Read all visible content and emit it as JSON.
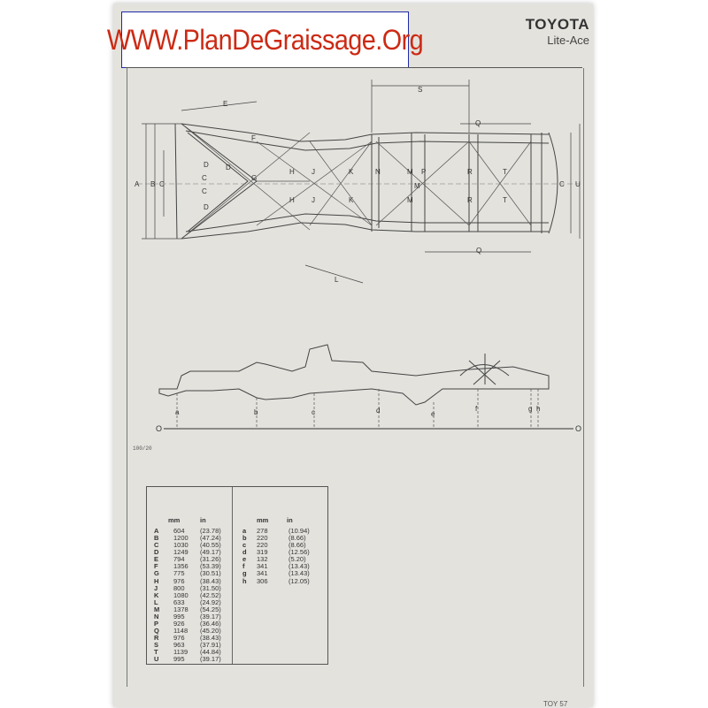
{
  "watermark": "WWW.PlanDeGraissage.Org",
  "make": "TOYOTA",
  "model": "Lite-Ace",
  "drawing_code": "100/20",
  "page_ref": "TOY 57",
  "diagram": {
    "plan_labels": [
      "A",
      "B",
      "C",
      "C",
      "C",
      "C",
      "D",
      "D",
      "D",
      "E",
      "F",
      "G",
      "H",
      "H",
      "J",
      "J",
      "K",
      "K",
      "L",
      "M",
      "M",
      "M",
      "N",
      "P",
      "Q",
      "Q",
      "R",
      "R",
      "S",
      "T",
      "T",
      "U"
    ],
    "side_labels": [
      "a",
      "b",
      "c",
      "d",
      "e",
      "f",
      "g",
      "h"
    ],
    "datum": "O"
  },
  "table": {
    "unit_mm": "mm",
    "unit_in": "in",
    "upper": [
      {
        "key": "A",
        "mm": "604",
        "in": "(23.78)"
      },
      {
        "key": "B",
        "mm": "1200",
        "in": "(47.24)"
      },
      {
        "key": "C",
        "mm": "1030",
        "in": "(40.55)"
      },
      {
        "key": "D",
        "mm": "1249",
        "in": "(49.17)"
      },
      {
        "key": "E",
        "mm": "794",
        "in": "(31.26)"
      },
      {
        "key": "F",
        "mm": "1356",
        "in": "(53.39)"
      },
      {
        "key": "G",
        "mm": "775",
        "in": "(30.51)"
      },
      {
        "key": "H",
        "mm": "976",
        "in": "(38.43)"
      },
      {
        "key": "J",
        "mm": "800",
        "in": "(31.50)"
      },
      {
        "key": "K",
        "mm": "1080",
        "in": "(42.52)"
      },
      {
        "key": "L",
        "mm": "633",
        "in": "(24.92)"
      },
      {
        "key": "M",
        "mm": "1378",
        "in": "(54.25)"
      },
      {
        "key": "N",
        "mm": "995",
        "in": "(39.17)"
      },
      {
        "key": "P",
        "mm": "926",
        "in": "(36.46)"
      },
      {
        "key": "Q",
        "mm": "1148",
        "in": "(45.20)"
      },
      {
        "key": "R",
        "mm": "976",
        "in": "(38.43)"
      },
      {
        "key": "S",
        "mm": "963",
        "in": "(37.91)"
      },
      {
        "key": "T",
        "mm": "1139",
        "in": "(44.84)"
      },
      {
        "key": "U",
        "mm": "995",
        "in": "(39.17)"
      }
    ],
    "lower": [
      {
        "key": "a",
        "mm": "278",
        "in": "(10.94)"
      },
      {
        "key": "b",
        "mm": "220",
        "in": "(8.66)"
      },
      {
        "key": "c",
        "mm": "220",
        "in": "(8.66)"
      },
      {
        "key": "d",
        "mm": "319",
        "in": "(12.56)"
      },
      {
        "key": "e",
        "mm": "132",
        "in": "(5.20)"
      },
      {
        "key": "f",
        "mm": "341",
        "in": "(13.43)"
      },
      {
        "key": "g",
        "mm": "341",
        "in": "(13.43)"
      },
      {
        "key": "h",
        "mm": "306",
        "in": "(12.05)"
      }
    ]
  }
}
